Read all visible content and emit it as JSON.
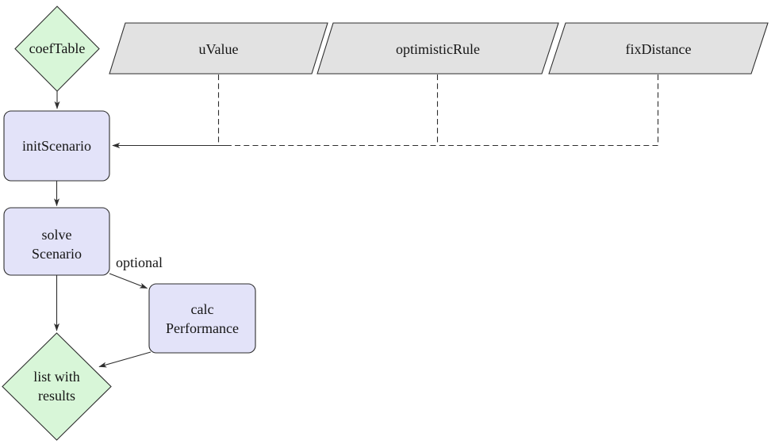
{
  "nodes": {
    "coef_table": {
      "label": "coefTable"
    },
    "u_value": {
      "label": "uValue"
    },
    "optimistic_rule": {
      "label": "optimisticRule"
    },
    "fix_distance": {
      "label": "fixDistance"
    },
    "init_scenario": {
      "label": "initScenario"
    },
    "solve_scenario": {
      "line1": "solve",
      "line2": "Scenario"
    },
    "calc_performance": {
      "line1": "calc",
      "line2": "Performance"
    },
    "results": {
      "line1": "list with",
      "line2": "results"
    }
  },
  "edges": {
    "optional_label": "optional"
  },
  "colors": {
    "data_store_fill": "#d8f6d8",
    "process_fill": "#e3e3f9",
    "input_fill": "#e2e2e2",
    "stroke": "#2e2e2e"
  }
}
